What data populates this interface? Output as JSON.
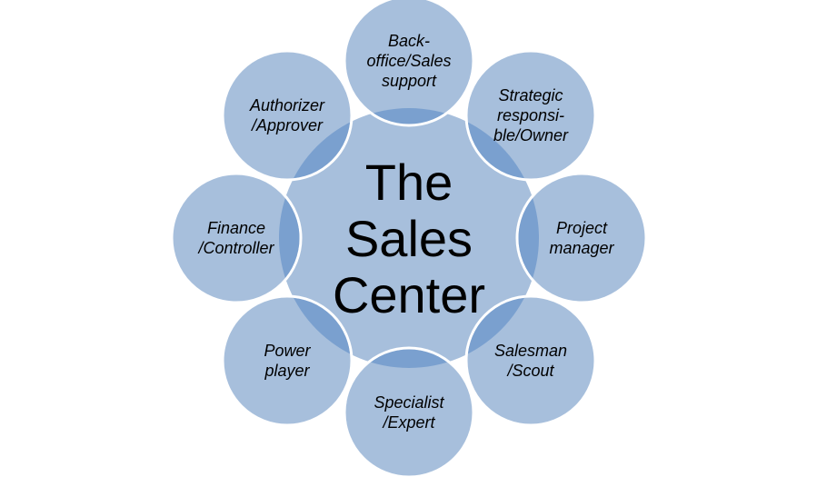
{
  "colors": {
    "center_fill": "#a7bfdc",
    "node_fill": "#a7bfdc",
    "overlap_fill": "#7aa0cf",
    "node_border": "#ffffff",
    "text": "#000000",
    "background": "#ffffff"
  },
  "center": {
    "lines": [
      "The",
      "Sales",
      "Center"
    ]
  },
  "nodes": [
    {
      "id": "back-office-sales-support",
      "lines": [
        "Back-",
        "office/Sales",
        "support"
      ]
    },
    {
      "id": "strategic-responsible-owner",
      "lines": [
        "Strategic",
        "responsi-",
        "ble/Owner"
      ]
    },
    {
      "id": "project-manager",
      "lines": [
        "Project",
        "manager"
      ]
    },
    {
      "id": "salesman-scout",
      "lines": [
        "Salesman",
        "/Scout"
      ]
    },
    {
      "id": "specialist-expert",
      "lines": [
        "Specialist",
        "/Expert"
      ]
    },
    {
      "id": "power-player",
      "lines": [
        "Power",
        "player"
      ]
    },
    {
      "id": "finance-controller",
      "lines": [
        "Finance",
        "/Controller"
      ]
    },
    {
      "id": "authorizer-approver",
      "lines": [
        "Authorizer",
        "/Approver"
      ]
    }
  ]
}
